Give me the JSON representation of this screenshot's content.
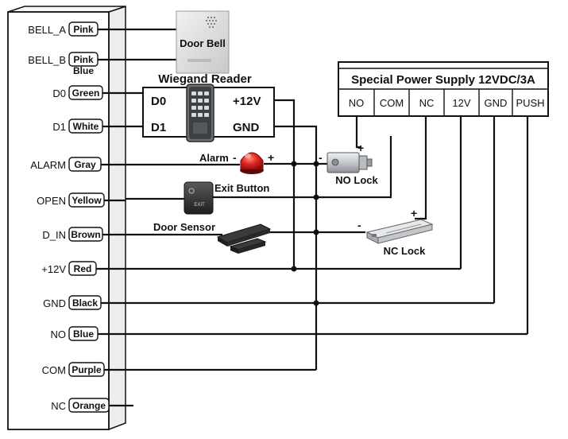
{
  "controller_terminals": [
    {
      "label": "BELL_A",
      "color": "Pink"
    },
    {
      "label": "BELL_B",
      "color": "Pink",
      "color2": "Blue"
    },
    {
      "label": "D0",
      "color": "Green"
    },
    {
      "label": "D1",
      "color": "White"
    },
    {
      "label": "ALARM",
      "color": "Gray"
    },
    {
      "label": "OPEN",
      "color": "Yellow"
    },
    {
      "label": "D_IN",
      "color": "Brown"
    },
    {
      "label": "+12V",
      "color": "Red"
    },
    {
      "label": "GND",
      "color": "Black"
    },
    {
      "label": "NO",
      "color": "Blue"
    },
    {
      "label": "COM",
      "color": "Purple"
    },
    {
      "label": "NC",
      "color": "Orange"
    }
  ],
  "door_bell": {
    "label": "Door Bell"
  },
  "wiegand_reader": {
    "title": "Wiegand Reader",
    "pins": [
      "D0",
      "D1",
      "+12V",
      "GND"
    ]
  },
  "power_supply": {
    "title": "Special Power Supply 12VDC/3A",
    "terminals": [
      "NO",
      "COM",
      "NC",
      "12V",
      "GND",
      "PUSH"
    ]
  },
  "alarm": {
    "label": "Alarm",
    "minus": "-",
    "plus": "+"
  },
  "exit_button": {
    "label": "Exit Button",
    "face_text": "EXIT"
  },
  "door_sensor": {
    "label": "Door Sensor"
  },
  "no_lock": {
    "label": "NO Lock",
    "minus": "-",
    "plus": "+"
  },
  "nc_lock": {
    "label": "NC Lock",
    "minus": "-",
    "plus": "+"
  },
  "colors": {
    "wire": "#111111",
    "device_red": "#d81f1f",
    "lock_silver": "#c9ccd0",
    "panel_gray": "#e6e6e6"
  }
}
